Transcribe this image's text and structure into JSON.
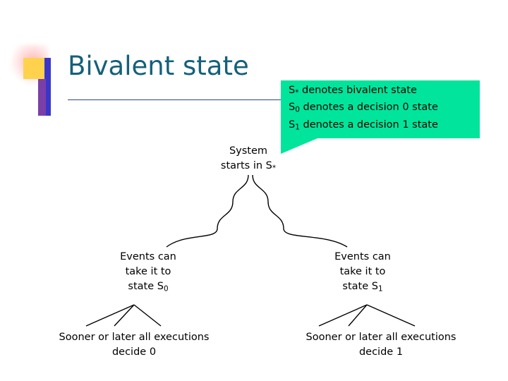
{
  "slide": {
    "title": "Bivalent state",
    "callout": {
      "lines": [
        {
          "prefix": "S",
          "sub": "*",
          "text": " denotes bivalent state"
        },
        {
          "prefix": "S",
          "sub": "0",
          "text": " denotes a decision 0 state"
        },
        {
          "prefix": "S",
          "sub": "1",
          "text": " denotes a decision 1 state"
        }
      ],
      "color": "#00e59b"
    },
    "nodes": {
      "system": {
        "line1": "System",
        "line2_prefix": "starts in S",
        "line2_sub": "*"
      },
      "left_events": {
        "line1": "Events can",
        "line2": "take it to",
        "line3_prefix": "state S",
        "line3_sub": "0"
      },
      "right_events": {
        "line1": "Events can",
        "line2": "take it to",
        "line3_prefix": "state S",
        "line3_sub": "1"
      },
      "left_decide": {
        "line1": "Sooner or later all executions",
        "line2": "decide 0"
      },
      "right_decide": {
        "line1": "Sooner or later all executions",
        "line2": "decide 1"
      }
    },
    "colors": {
      "title": "#15607a",
      "rule": "#2a4a80",
      "callout_fill": "#00e59b",
      "accent_yellow": "#ffd24d",
      "accent_blue": "#3a36c8",
      "accent_purple": "#7a3fa8",
      "connector": "#000000"
    }
  }
}
